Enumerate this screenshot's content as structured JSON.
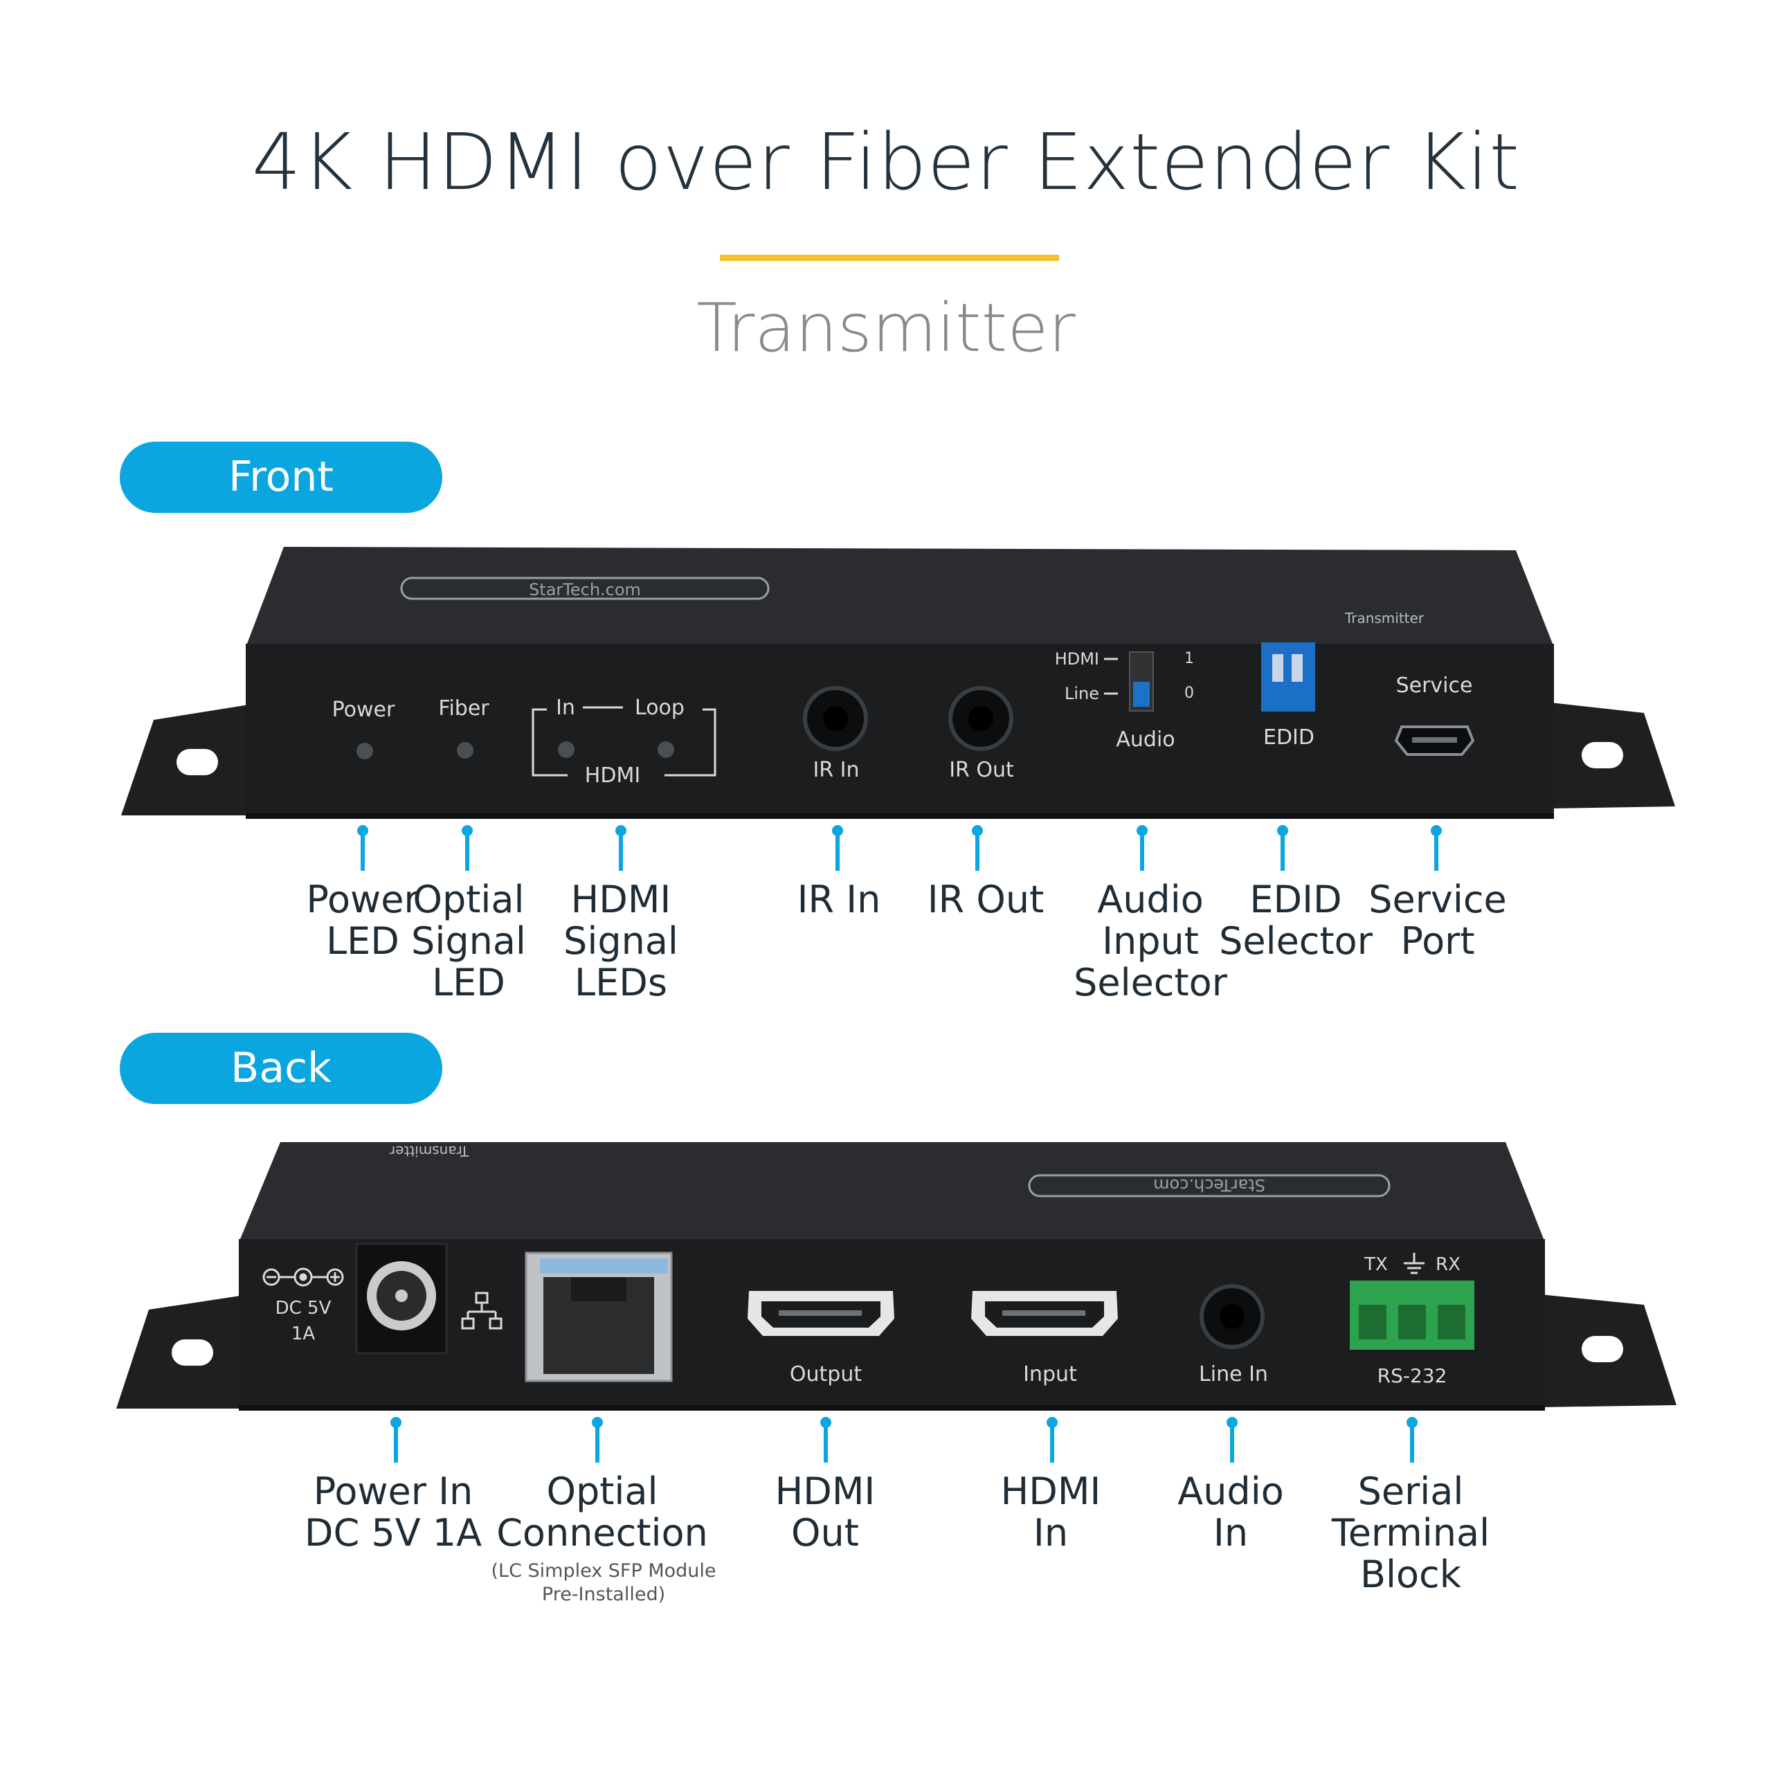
{
  "title": "4K HDMI over Fiber Extender Kit",
  "subtitle": "Transmitter",
  "accent_color": "#f2c02b",
  "pill_color": "#0ba6df",
  "sections": {
    "front": {
      "label": "Front",
      "panel": {
        "brand": "StarTech.com",
        "model": "Transmitter",
        "power": "Power",
        "fiber": "Fiber",
        "hdmi_in": "In",
        "hdmi_loop": "Loop",
        "hdmi": "HDMI",
        "ir_in": "IR In",
        "ir_out": "IR Out",
        "sw_hdmi": "HDMI",
        "sw_line": "Line",
        "sw_1": "1",
        "sw_0": "0",
        "audio": "Audio",
        "edid": "EDID",
        "service": "Service"
      },
      "callouts": [
        {
          "lines": [
            "Power",
            "LED"
          ]
        },
        {
          "lines": [
            "Optial",
            "Signal",
            "LED"
          ]
        },
        {
          "lines": [
            "HDMI",
            "Signal",
            "LEDs"
          ]
        },
        {
          "lines": [
            "IR In"
          ]
        },
        {
          "lines": [
            "IR Out"
          ]
        },
        {
          "lines": [
            "Audio",
            "Input",
            "Selector"
          ]
        },
        {
          "lines": [
            "EDID",
            "Selector"
          ]
        },
        {
          "lines": [
            "Service",
            "Port"
          ]
        }
      ]
    },
    "back": {
      "label": "Back",
      "panel": {
        "brand": "StarTech.com",
        "model": "Transmitter",
        "dc": "DC 5V",
        "amps": "1A",
        "output": "Output",
        "input": "Input",
        "line_in": "Line In",
        "tx": "TX",
        "rx": "RX",
        "rs232": "RS-232"
      },
      "callouts": [
        {
          "lines": [
            "Power In",
            "DC 5V 1A"
          ]
        },
        {
          "lines": [
            "Optial",
            "Connection"
          ],
          "note": [
            "(LC Simplex SFP Module",
            "Pre-Installed)"
          ]
        },
        {
          "lines": [
            "HDMI",
            "Out"
          ]
        },
        {
          "lines": [
            "HDMI",
            "In"
          ]
        },
        {
          "lines": [
            "Audio",
            "In"
          ]
        },
        {
          "lines": [
            "Serial",
            "Terminal",
            "Block"
          ]
        }
      ]
    }
  }
}
